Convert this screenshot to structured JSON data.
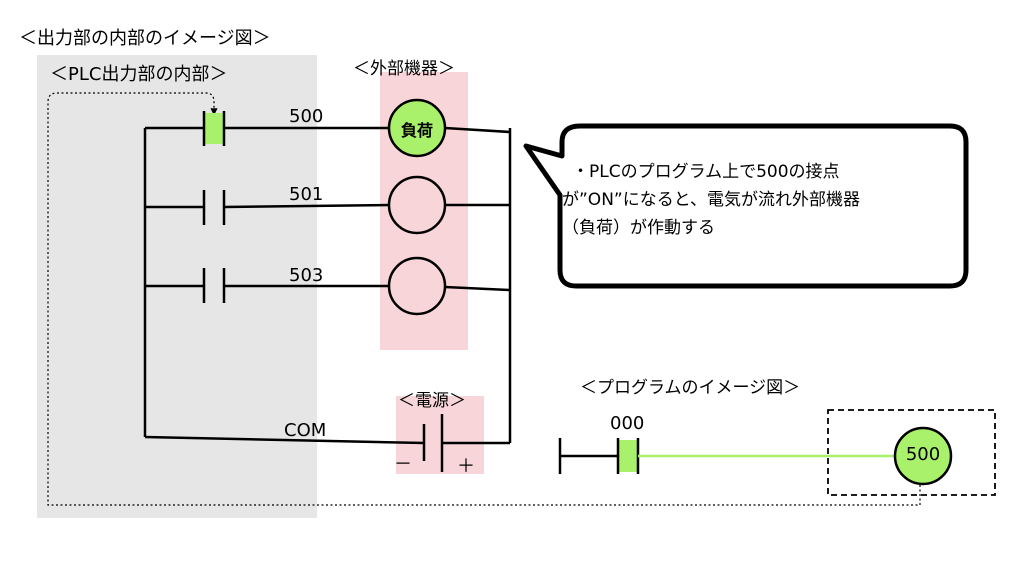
{
  "title": "＜出力部の内部のイメージ図＞",
  "plc_section": {
    "label": "＜PLC出力部の内部＞"
  },
  "external_section": {
    "label": "＜外部機器＞"
  },
  "power_section": {
    "label": "＜電源＞",
    "minus": "－",
    "plus": "＋"
  },
  "outputs": [
    {
      "address": "500",
      "load_label": "負荷",
      "active": true
    },
    {
      "address": "501",
      "load_label": "",
      "active": false
    },
    {
      "address": "503",
      "load_label": "",
      "active": false
    }
  ],
  "common": {
    "label": "COM"
  },
  "callout": {
    "lines": [
      "・PLCのプログラム上で500の接点",
      "が”ON”になると、電気が流れ外部機器",
      "（負荷）が作動する"
    ]
  },
  "program": {
    "label": "＜プログラムのイメージ図＞",
    "contact": "000",
    "coil": "500"
  },
  "colors": {
    "active_green": "#a9f06b",
    "plc_gray": "#e6e6e6",
    "external_pink": "#f8d5d8"
  }
}
